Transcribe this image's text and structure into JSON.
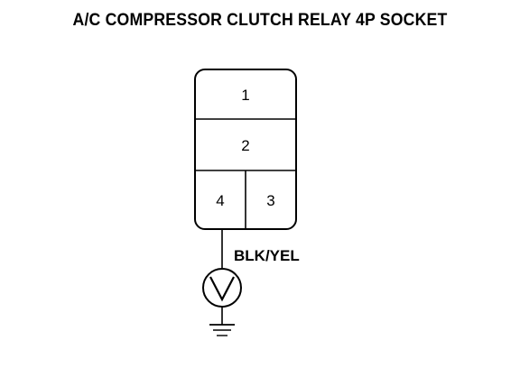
{
  "title": "A/C COMPRESSOR CLUTCH RELAY 4P SOCKET",
  "connector": {
    "pins": {
      "p1": "1",
      "p2": "2",
      "p3": "3",
      "p4": "4"
    }
  },
  "wire": {
    "color_label": "BLK/YEL"
  },
  "meter": {
    "symbol": "V"
  }
}
